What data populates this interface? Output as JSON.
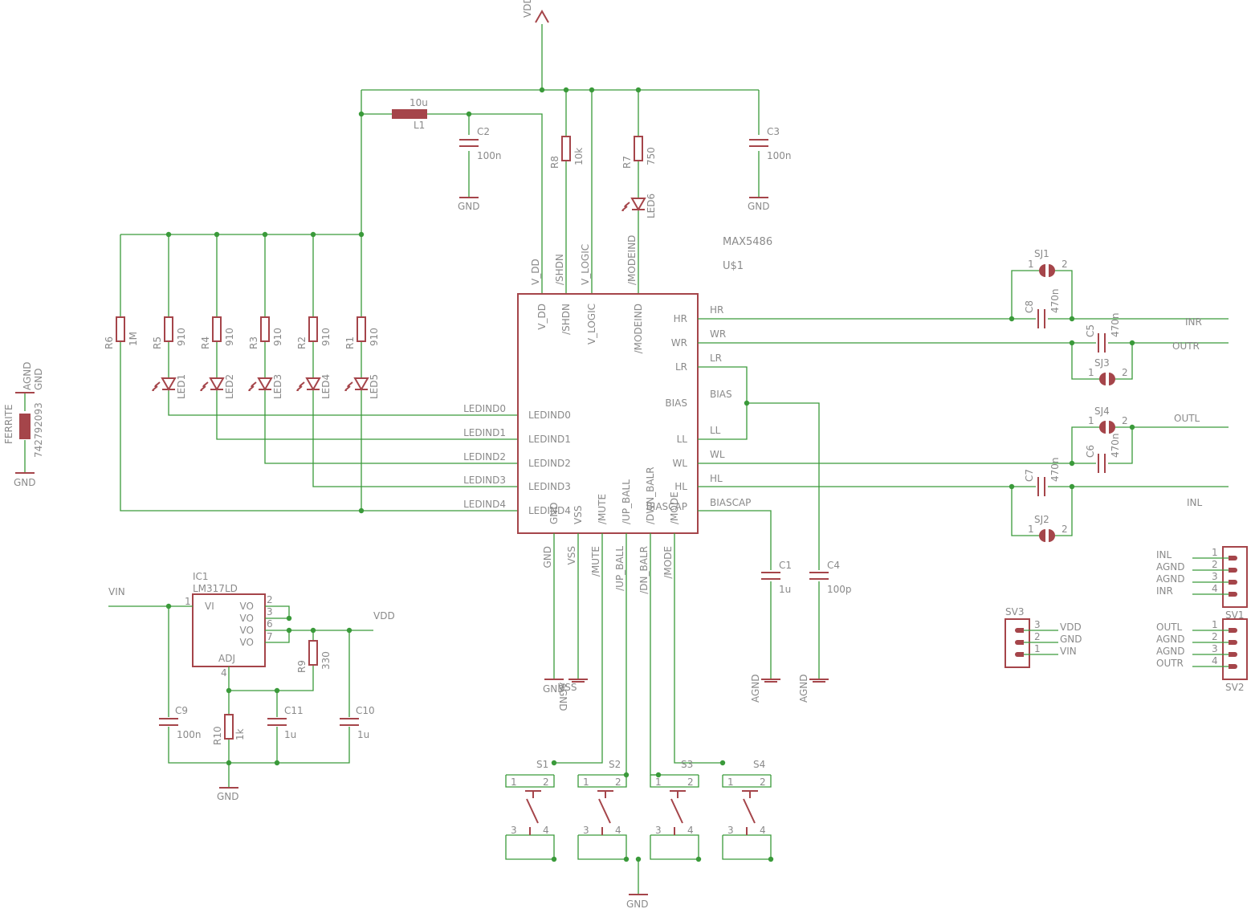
{
  "schematic": {
    "ic_main": {
      "name": "MAX5486",
      "ref": "U$1",
      "left_pins": [
        "LEDIND0",
        "LEDIND1",
        "LEDIND2",
        "LEDIND3",
        "LEDIND4"
      ],
      "right_pins": [
        "HR",
        "WR",
        "LR",
        "BIAS",
        "LL",
        "WL",
        "HL",
        "BIASCAP"
      ],
      "top_pins": [
        "V_DD",
        "/SHDN",
        "V_LOGIC",
        "/MODEIND"
      ],
      "bottom_pins": [
        "GND",
        "VSS",
        "/MUTE",
        "/UP_BALL",
        "/DWN_BALR",
        "/MODE"
      ],
      "bottom_net_labels": [
        "GND",
        "VSS",
        "/MUTE",
        "/UP_BALL",
        "/DN_BALR",
        "/MODE"
      ]
    },
    "regulator": {
      "ref": "IC1",
      "part": "LM317LD",
      "pins": [
        "VI",
        "VO",
        "VO",
        "VO",
        "VO",
        "ADJ"
      ],
      "pin_numbers": [
        "1",
        "2",
        "3",
        "6",
        "7",
        "4"
      ]
    },
    "nets": {
      "vdd": "VDD",
      "gnd": "GND",
      "agnd": "AGND",
      "vin": "VIN",
      "vss": "VSS"
    },
    "out_labels": {
      "inr": "INR",
      "outr": "OUTR",
      "outl": "OUTL",
      "inl": "INL"
    },
    "inductor": {
      "ref": "L1",
      "value": "10u"
    },
    "ferrite": {
      "ref": "FERRITE",
      "value": "742792093"
    },
    "capacitors": [
      {
        "ref": "C2",
        "value": "100n"
      },
      {
        "ref": "C3",
        "value": "100n"
      },
      {
        "ref": "C1",
        "value": "1u"
      },
      {
        "ref": "C4",
        "value": "100p"
      },
      {
        "ref": "C5",
        "value": "470n"
      },
      {
        "ref": "C6",
        "value": "470n"
      },
      {
        "ref": "C7",
        "value": "470n"
      },
      {
        "ref": "C8",
        "value": "470n"
      },
      {
        "ref": "C9",
        "value": "100n"
      },
      {
        "ref": "C10",
        "value": "1u"
      },
      {
        "ref": "C11",
        "value": "1u"
      }
    ],
    "resistors": [
      {
        "ref": "R1",
        "value": "910"
      },
      {
        "ref": "R2",
        "value": "910"
      },
      {
        "ref": "R3",
        "value": "910"
      },
      {
        "ref": "R4",
        "value": "910"
      },
      {
        "ref": "R5",
        "value": "910"
      },
      {
        "ref": "R6",
        "value": "1M"
      },
      {
        "ref": "R7",
        "value": "750"
      },
      {
        "ref": "R8",
        "value": "10k"
      },
      {
        "ref": "R9",
        "value": "330"
      },
      {
        "ref": "R10",
        "value": "1k"
      }
    ],
    "leds": [
      "LED1",
      "LED2",
      "LED3",
      "LED4",
      "LED5",
      "LED6"
    ],
    "jumpers": [
      "SJ1",
      "SJ2",
      "SJ3",
      "SJ4"
    ],
    "switches": [
      "S1",
      "S2",
      "S3",
      "S4"
    ],
    "switch_pins": [
      "1",
      "2",
      "3",
      "4"
    ],
    "sv1": {
      "ref": "SV1",
      "pins": [
        "1",
        "2",
        "3",
        "4"
      ],
      "labels": [
        "INL",
        "AGND",
        "AGND",
        "INR"
      ]
    },
    "sv2": {
      "ref": "SV2",
      "pins": [
        "1",
        "2",
        "3",
        "4"
      ],
      "labels": [
        "OUTL",
        "AGND",
        "AGND",
        "OUTR"
      ]
    },
    "sv3": {
      "ref": "SV3",
      "pins": [
        "3",
        "2",
        "1"
      ],
      "labels": [
        "VDD",
        "GND",
        "VIN"
      ]
    },
    "jumper_pins": [
      "1",
      "2"
    ]
  },
  "colors": {
    "wire": "#3a9a3a",
    "part": "#a5454a",
    "text": "#8a8a8a",
    "background": "#ffffff"
  }
}
